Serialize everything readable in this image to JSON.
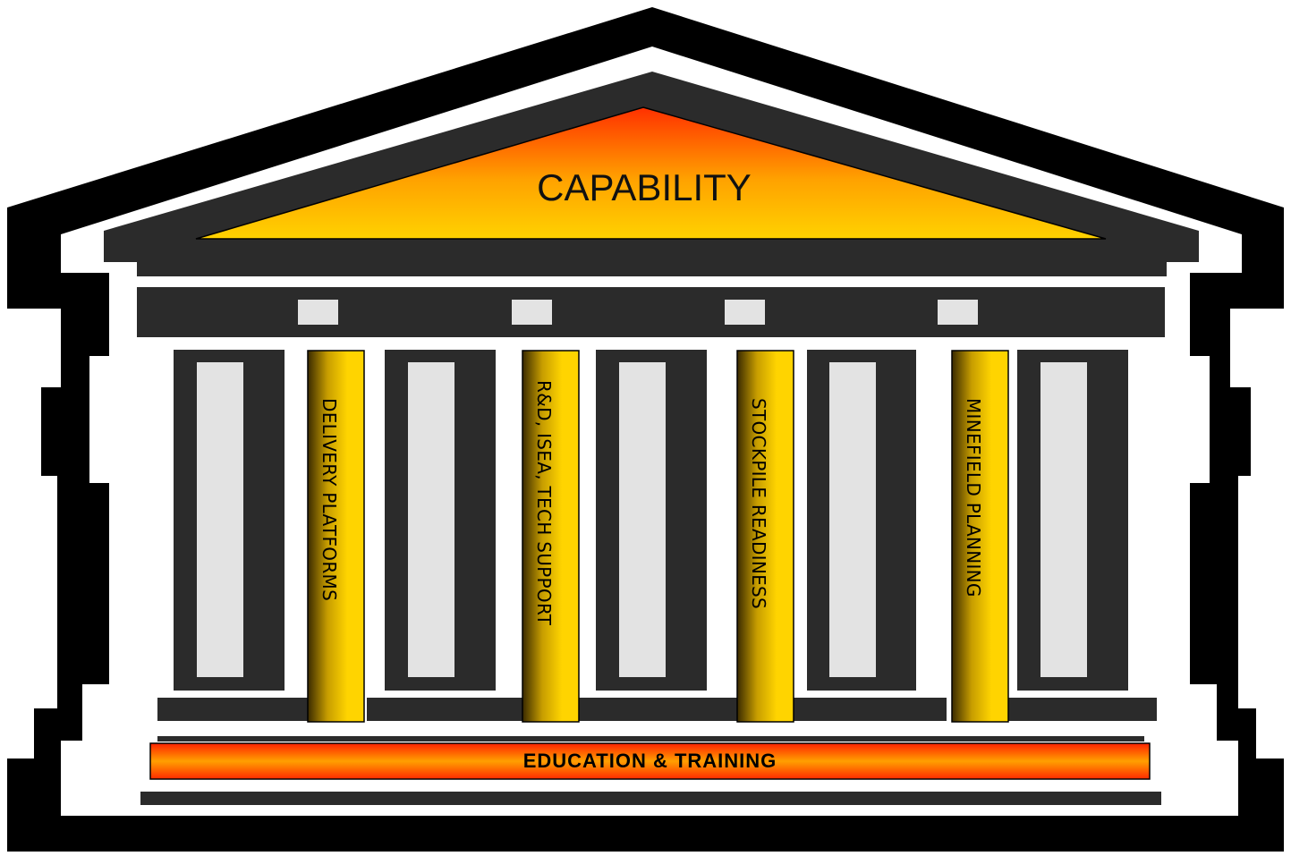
{
  "roof": {
    "label": "CAPABILITY"
  },
  "pillars": [
    {
      "label": "DELIVERY PLATFORMS"
    },
    {
      "label": "R&D, ISEA, TECH SUPPORT"
    },
    {
      "label": "STOCKPILE READINESS"
    },
    {
      "label": "MINEFIELD PLANNING"
    }
  ],
  "base": {
    "label": "EDUCATION & TRAINING"
  },
  "colors": {
    "outline": "#000000",
    "stone": "#2b2b2b",
    "light_panel": "#e3e3e3",
    "gold": "#f3c400",
    "orange_red": "#ff3a00"
  }
}
